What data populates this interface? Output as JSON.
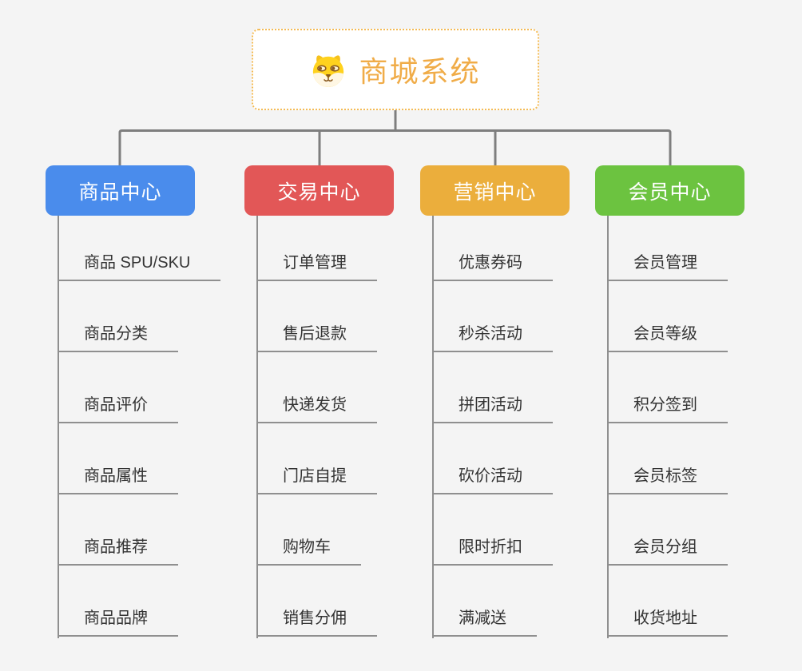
{
  "root": {
    "title": "商城系统",
    "icon": "dog-face-icon",
    "title_color": "#F0AC48",
    "border_color": "#F4BB55"
  },
  "branches": [
    {
      "label": "商品中心",
      "color": "#4A8CEC",
      "children": [
        "商品 SPU/SKU",
        "商品分类",
        "商品评价",
        "商品属性",
        "商品推荐",
        "商品品牌"
      ]
    },
    {
      "label": "交易中心",
      "color": "#E25757",
      "children": [
        "订单管理",
        "售后退款",
        "快递发货",
        "门店自提",
        "购物车",
        "销售分佣"
      ]
    },
    {
      "label": "营销中心",
      "color": "#EBAE3C",
      "children": [
        "优惠券码",
        "秒杀活动",
        "拼团活动",
        "砍价活动",
        "限时折扣",
        "满减送"
      ]
    },
    {
      "label": "会员中心",
      "color": "#6CC340",
      "children": [
        "会员管理",
        "会员等级",
        "积分签到",
        "会员标签",
        "会员分组",
        "收货地址"
      ]
    }
  ],
  "colors": {
    "background": "#F4F4F4",
    "tree_connector": "#7E7E7E",
    "leaf_line": "#8F8F8F",
    "leaf_text": "#333333",
    "branch_text": "#FFFFFF"
  }
}
